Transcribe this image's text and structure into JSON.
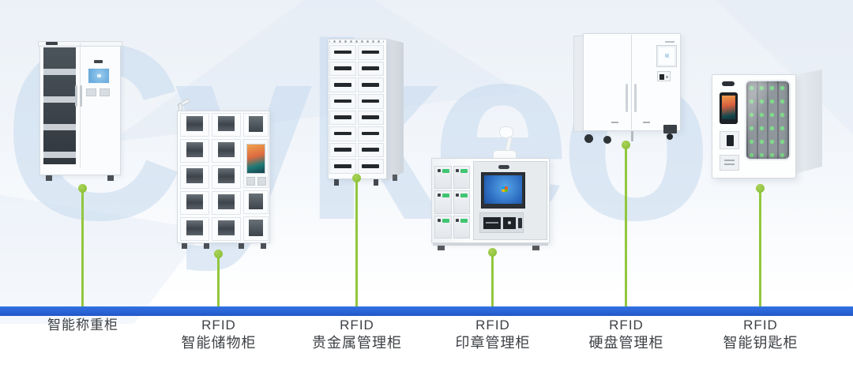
{
  "watermark": {
    "text": "Cykeo"
  },
  "colors": {
    "timeline_blue": "#2a64d8",
    "connector_green": "#8dc63f",
    "locker_tag_green": "#3fc572",
    "watermark_blue": "#c7daee"
  },
  "products": [
    {
      "lines": [
        "智能称重柜"
      ]
    },
    {
      "lines": [
        "RFID",
        "智能储物柜"
      ]
    },
    {
      "lines": [
        "RFID",
        "贵金属管理柜"
      ]
    },
    {
      "lines": [
        "RFID",
        "印章管理柜"
      ]
    },
    {
      "lines": [
        "RFID",
        "硬盘管理柜"
      ]
    },
    {
      "lines": [
        "RFID",
        "智能钥匙柜"
      ]
    }
  ]
}
